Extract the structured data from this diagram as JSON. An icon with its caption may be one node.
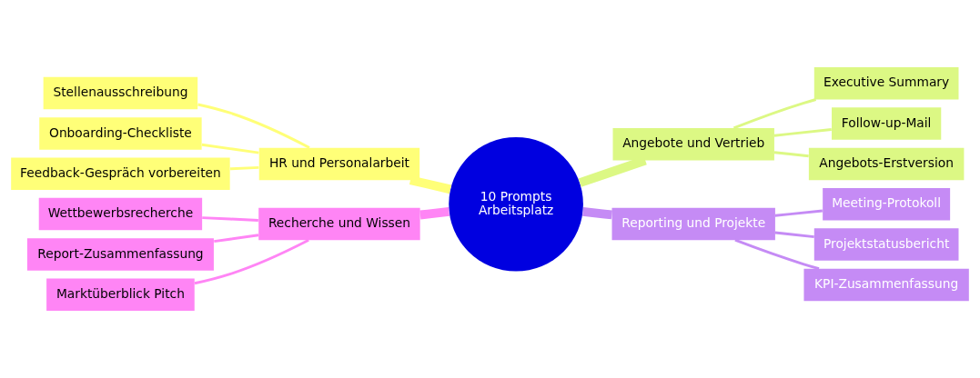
{
  "diagram": {
    "nodes": [
      {
        "text": [
          "10 Prompts Arbeitsplatz"
        ]
      },
      {
        "text": [
          "HR und Personalarbeit"
        ]
      },
      {
        "text": [
          "Stellenausschreibung"
        ]
      },
      {
        "text": [
          "Onboarding-Checkliste"
        ]
      },
      {
        "text": [
          "Feedback-Gespräch vorbereiten"
        ]
      },
      {
        "text": [
          "Angebote und Vertrieb"
        ]
      },
      {
        "text": [
          "Executive Summary"
        ]
      },
      {
        "text": [
          "Follow-up-Mail"
        ]
      },
      {
        "text": [
          "Angebots-Erstversion"
        ]
      },
      {
        "text": [
          "Reporting und Projekte"
        ]
      },
      {
        "text": [
          "Meeting-Protokoll"
        ]
      },
      {
        "text": [
          "Projektstatusbericht"
        ]
      },
      {
        "text": [
          "KPI-Zusammenfassung"
        ]
      },
      {
        "text": [
          "Recherche und Wissen"
        ]
      },
      {
        "text": [
          "Wettbewerbsrecherche"
        ]
      },
      {
        "text": [
          "Report-Zusammenfassung"
        ]
      },
      {
        "text": [
          "Marktüberblick Pitch"
        ]
      }
    ],
    "edges": [
      {
        "from": 0,
        "to": 1,
        "arrow": "none",
        "style": "thick",
        "color": "#ffff78"
      },
      {
        "from": 1,
        "to": 2,
        "arrow": "none",
        "color": "#ffff78"
      },
      {
        "from": 1,
        "to": 3,
        "arrow": "none",
        "color": "#ffff78"
      },
      {
        "from": 1,
        "to": 4,
        "arrow": "none",
        "color": "#ffff78"
      },
      {
        "from": 0,
        "to": 5,
        "arrow": "none",
        "style": "thick",
        "color": "#dcf884"
      },
      {
        "from": 5,
        "to": 6,
        "arrow": "none",
        "color": "#dcf884"
      },
      {
        "from": 5,
        "to": 7,
        "arrow": "none",
        "color": "#dcf884"
      },
      {
        "from": 5,
        "to": 8,
        "arrow": "none",
        "color": "#dcf884"
      },
      {
        "from": 0,
        "to": 9,
        "arrow": "none",
        "style": "thick",
        "color": "#c58bf5"
      },
      {
        "from": 9,
        "to": 10,
        "arrow": "none",
        "color": "#c58bf5"
      },
      {
        "from": 9,
        "to": 11,
        "arrow": "none",
        "color": "#c58bf5"
      },
      {
        "from": 9,
        "to": 12,
        "arrow": "none",
        "color": "#c58bf5"
      },
      {
        "from": 0,
        "to": 13,
        "arrow": "none",
        "style": "thick",
        "color": "#ff85f5"
      },
      {
        "from": 13,
        "to": 14,
        "arrow": "none",
        "color": "#ff85f5"
      },
      {
        "from": 13,
        "to": 15,
        "arrow": "none",
        "color": "#ff85f5"
      },
      {
        "from": 13,
        "to": 16,
        "arrow": "none",
        "color": "#ff85f5"
      }
    ]
  }
}
